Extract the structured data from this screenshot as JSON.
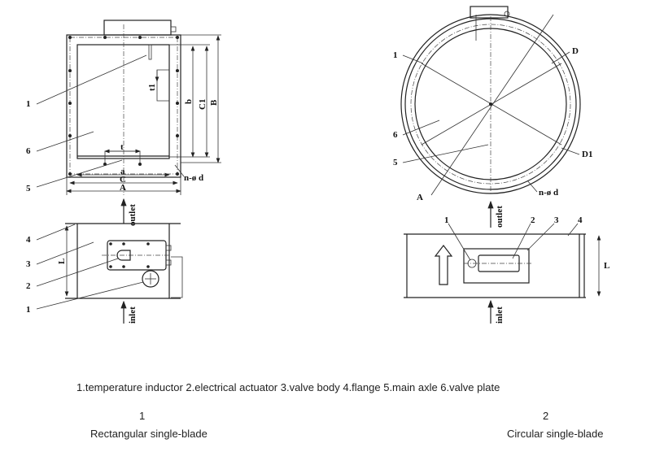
{
  "legend": "1.temperature inductor 2.electrical actuator 3.valve body 4.flange 5.main axle 6.valve plate",
  "figures": [
    {
      "number": "1",
      "title": "Rectangular single-blade",
      "front_labels": {
        "p1": "1",
        "p6": "6",
        "p5": "5",
        "b": "b",
        "C1": "C1",
        "B": "B",
        "t1": "t1",
        "t": "t",
        "a": "a",
        "C": "C",
        "A": "A",
        "holes": "n-ø d"
      },
      "side_labels": {
        "p4": "4",
        "p3": "3",
        "p2": "2",
        "p1": "1",
        "L": "L"
      },
      "outlet": "outlet",
      "inlet": "inlet"
    },
    {
      "number": "2",
      "title": "Circular single-blade",
      "front_labels": {
        "p1": "1",
        "p6": "6",
        "p5": "5",
        "D": "D",
        "D1": "D1",
        "A": "A",
        "holes": "n-ø d"
      },
      "side_labels": {
        "p1": "1",
        "p2": "2",
        "p3": "3",
        "p4": "4",
        "L": "L"
      },
      "outlet": "outlet",
      "inlet": "inlet"
    }
  ]
}
